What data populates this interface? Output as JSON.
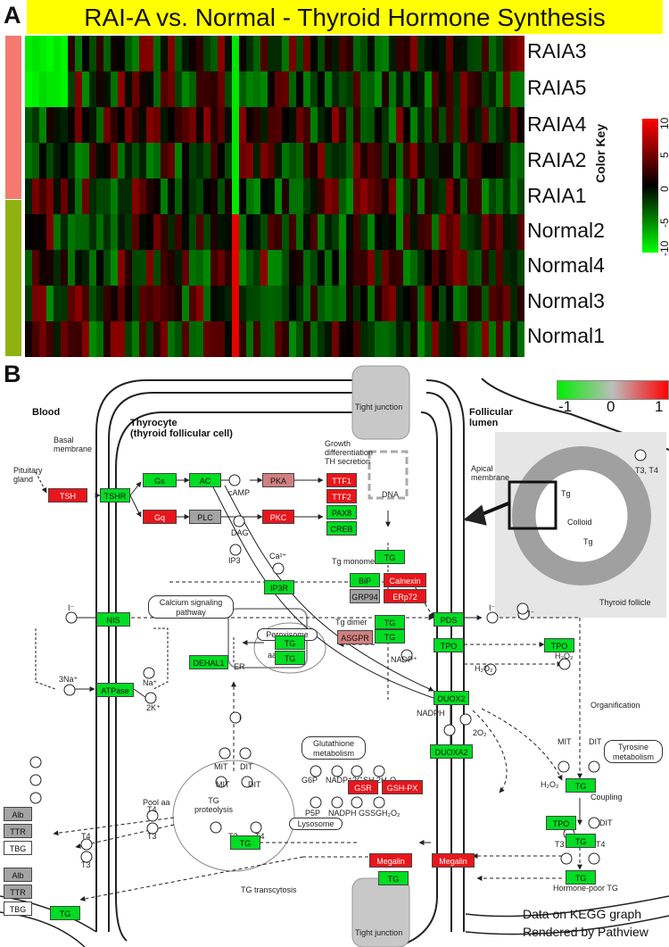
{
  "panel_a": {
    "letter": "A",
    "title": "RAI-A vs. Normal - Thyroid Hormone Synthesis",
    "rows": [
      "RAIA3",
      "RAIA5",
      "RAIA4",
      "RAIA2",
      "RAIA1",
      "Normal2",
      "Normal4",
      "Normal3",
      "Normal1"
    ],
    "groups": [
      {
        "name": "RAI-A",
        "color": "#f47a70",
        "rows": 5
      },
      {
        "name": "Normal",
        "color": "#8fb210",
        "rows": 4
      }
    ],
    "color_key": {
      "title": "Color Key",
      "ticks": [
        "10",
        "5",
        "0",
        "-5",
        "-10"
      ],
      "high_color": "#ff0000",
      "mid_color": "#000000",
      "low_color": "#00ff00"
    },
    "heatmap_cells_note": "",
    "heatmap_columns": 70
  },
  "panel_b": {
    "letter": "B",
    "legend": {
      "ticks": [
        "-1",
        "0",
        "1"
      ],
      "low_color": "#00ee00",
      "mid_color": "#bdbdbd",
      "high_color": "#ff0000"
    },
    "regions": {
      "blood": "Blood",
      "thyrocyte": "Thyrocyte\n(thyroid follicular cell)",
      "lumen": "Follicular\nlumen"
    },
    "labels": {
      "basal_membrane": "Basal\nmembrane",
      "apical_membrane": "Apical\nmembrane",
      "pituitary": "Pituitary\ngland",
      "tight_junction": "Tight junction",
      "growth": "Growth\ndifferentiation\nTH secretion",
      "dna": "DNA",
      "camp": "cAMP",
      "dag": "DAG",
      "ip3": "IP3",
      "ca": "Ca²⁺",
      "er": "ER",
      "tg_monomer": "Tg monomer",
      "tg_dimer": "Tg dimer",
      "iminus": "I⁻",
      "na": "Na⁺",
      "k2": "2K⁺",
      "na3": "3Na⁺",
      "i_label": "I",
      "mit": "MIT",
      "dit": "DIT",
      "aa": "aa",
      "pool_aa": "Pool aa",
      "tg_proteolysis": "TG\nproteolysis",
      "t3": "T3",
      "t4": "T4",
      "t3t4": "T3, T4",
      "nadp_plus": "NADP⁺",
      "nadph": "NADPH",
      "h2o2": "H₂O₂",
      "o2": "2O₂",
      "g6p": "G6P",
      "p5p": "P5P",
      "gsh": "2GSH",
      "gssg": "GSSG",
      "h2o": "2H₂O",
      "organification": "Organification",
      "coupling": "Coupling",
      "hormone_poor": "Hormone-poor TG",
      "tg_transcytosis": "TG transcytosis",
      "colloid": "Colloid",
      "tg": "Tg",
      "thyroid_follicle": "Thyroid follicle"
    },
    "rounded_boxes": {
      "calcium": "Calcium signaling\npathway",
      "peroxisome": "Peroxisome",
      "glutathione": "Glutathione\nmetabolism",
      "lysosome": "Lysosome",
      "tyrosine": "Tyrosine\nmetabolism"
    },
    "genes": {
      "tsh": "TSH",
      "tshr": "TSHR",
      "gs": "Gs",
      "ac": "AC",
      "pka": "PKA",
      "gq": "Gq",
      "plc": "PLC",
      "pkc": "PKC",
      "ip3r": "IP3R",
      "ttf1": "TTF1",
      "ttf2": "TTF2",
      "pax8": "PAX8",
      "creb": "CREB",
      "tg": "TG",
      "bip": "BiP",
      "calnexin": "Calnexin",
      "grp94": "GRP94",
      "erp72": "ERp72",
      "asgpr": "ASGPR",
      "nis": "NIS",
      "atpase": "ATPase",
      "pds": "PDS",
      "tpo": "TPO",
      "dehal1": "DEHAL1",
      "duox2": "DUOX2",
      "duoxa2": "DUOXA2",
      "gsr": "GSR",
      "gshpx": "GSH-PX",
      "megalin": "Megalin",
      "alb": "Alb",
      "ttr": "TTR",
      "tbg": "TBG"
    },
    "footer_line1": "Data on KEGG graph",
    "footer_line2": "Rendered by Pathview"
  }
}
